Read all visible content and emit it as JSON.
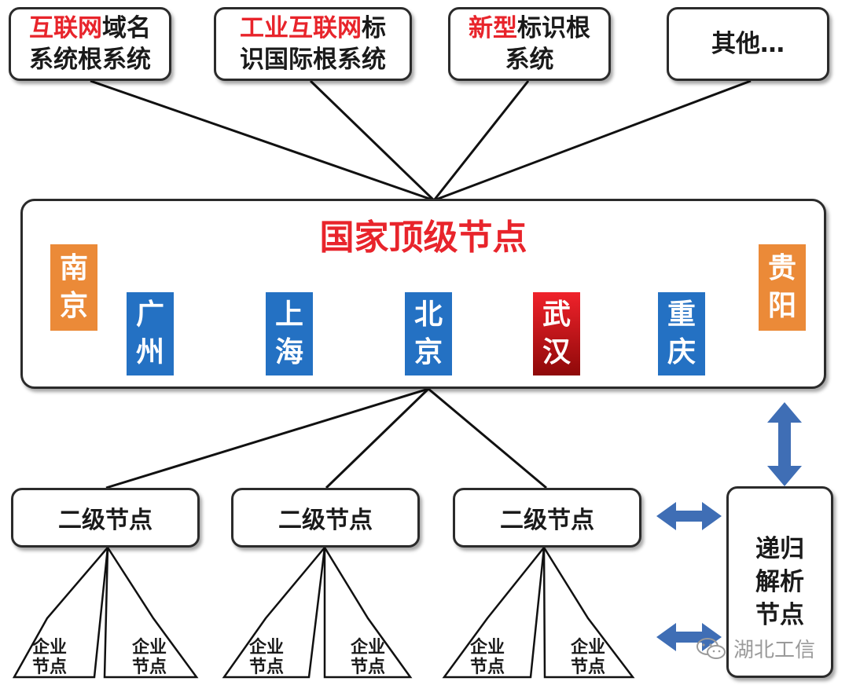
{
  "root_systems": [
    {
      "highlight": "互联网",
      "rest1": "域名",
      "line2": "系统根系统"
    },
    {
      "highlight": "工业互联网",
      "rest1": "标",
      "line2": "识国际根系统"
    },
    {
      "highlight": "新型",
      "rest1": "标识根",
      "line2": "系统"
    },
    {
      "highlight": "",
      "rest1": "其他…",
      "line2": ""
    }
  ],
  "national": {
    "title": "国家顶级节点",
    "cities": [
      {
        "line1": "南",
        "line2": "京",
        "color": "#eb8a38"
      },
      {
        "line1": "广",
        "line2": "州",
        "color": "#2471c3"
      },
      {
        "line1": "上",
        "line2": "海",
        "color": "#2471c3"
      },
      {
        "line1": "北",
        "line2": "京",
        "color": "#2471c3"
      },
      {
        "line1": "武",
        "line2": "汉",
        "color": "#c0141b"
      },
      {
        "line1": "重",
        "line2": "庆",
        "color": "#2471c3"
      },
      {
        "line1": "贵",
        "line2": "阳",
        "color": "#eb8a38"
      }
    ]
  },
  "secondary_nodes": [
    "二级节点",
    "二级节点",
    "二级节点"
  ],
  "recursive_node": {
    "line1": "递归",
    "line2": "解析",
    "line3": "节点"
  },
  "enterprise_nodes": [
    {
      "line1": "企业",
      "line2": "节点"
    },
    {
      "line1": "企业",
      "line2": "节点"
    },
    {
      "line1": "企业",
      "line2": "节点"
    },
    {
      "line1": "企业",
      "line2": "节点"
    },
    {
      "line1": "企业",
      "line2": "节点"
    },
    {
      "line1": "企业",
      "line2": "节点"
    }
  ],
  "watermark": "湖北工信",
  "colors": {
    "accent_red": "#e8242b",
    "city_blue": "#2471c3",
    "city_orange": "#eb8a38",
    "arrow_blue": "#3f6eb5"
  }
}
